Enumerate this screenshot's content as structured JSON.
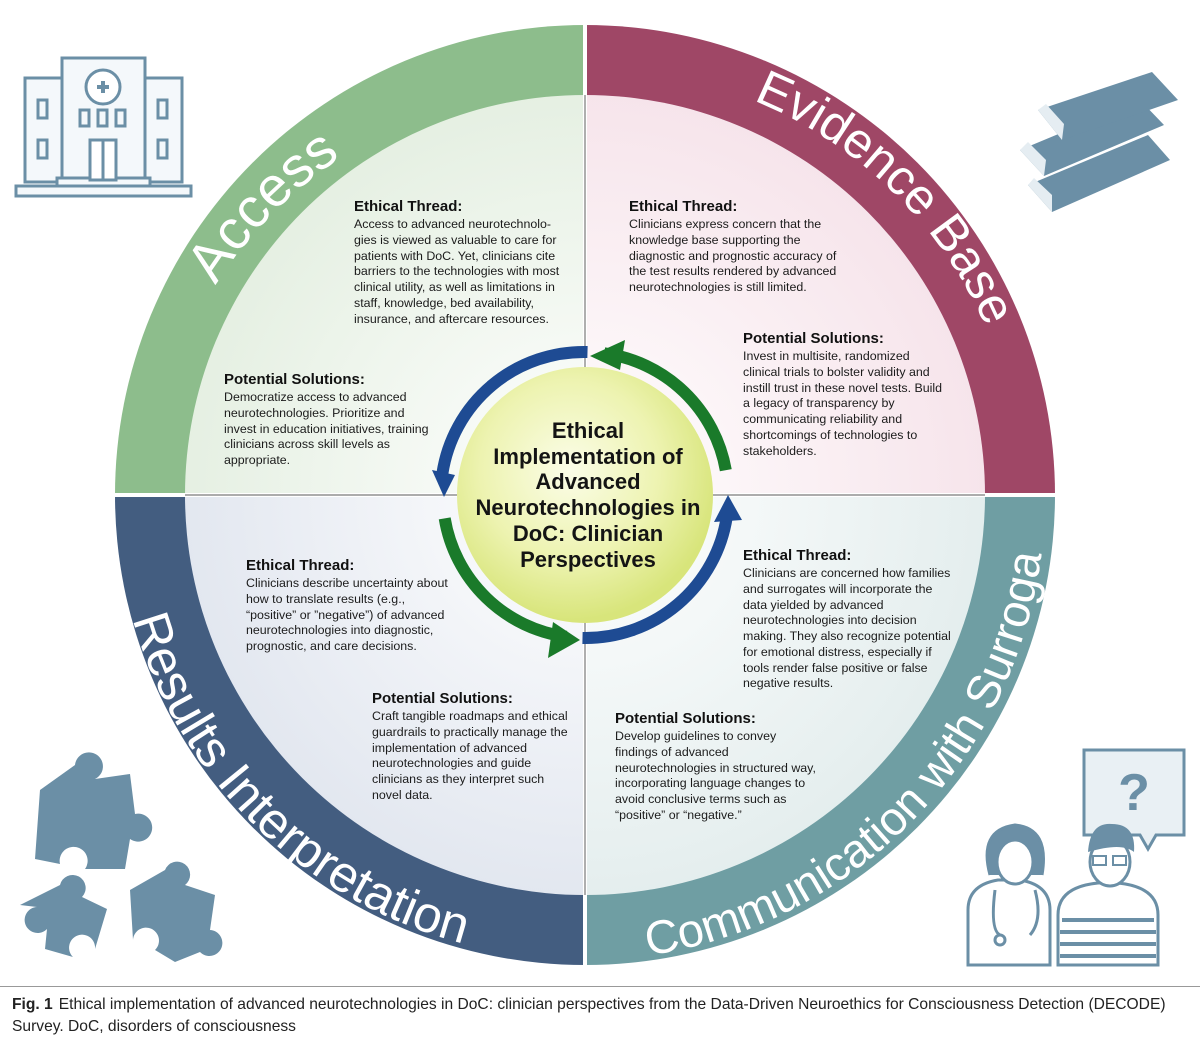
{
  "title": "Ethical Implementation of Advanced Neurotechnologies in DoC: Clinician Perspectives",
  "colors": {
    "access": "#8dbd8c",
    "evidence": "#9f4766",
    "communication": "#6f9ea3",
    "results": "#435d80",
    "arrow_green": "#1a7a2a",
    "arrow_blue": "#1e4b93",
    "center_fill": "#eaf1a3",
    "icons": "#6b8fa6"
  },
  "quadrants": {
    "access": {
      "label": "Access",
      "thread_heading": "Ethical Thread:",
      "thread_text": "Access to advanced neurotechnolo-gies is viewed as valuable to care for patients with DoC. Yet, clinicians cite barriers to the technologies with most clinical utility, as well as limitations in staff, knowledge, bed availability, insurance, and aftercare resources.",
      "solutions_heading": "Potential Solutions:",
      "solutions_text": "Democratize access to advanced neurotechnologies. Prioritize and invest in education initiatives, training clinicians across skill levels as appropriate."
    },
    "evidence": {
      "label": "Evidence Base",
      "thread_heading": "Ethical Thread:",
      "thread_text": "Clinicians express concern that the knowledge base supporting the diagnostic and prognostic accuracy of the test results rendered by advanced neurotechnologies is still limited.",
      "solutions_heading": "Potential Solutions:",
      "solutions_text": "Invest in multisite, randomized clinical trials to bolster validity and instill trust in these novel tests. Build a legacy of transparency by communicating reliability and shortcomings of technologies to stakeholders."
    },
    "communication": {
      "label": "Communication with Surrogates",
      "thread_heading": "Ethical Thread:",
      "thread_text": "Clinicians are concerned how families and surrogates will incorporate the data yielded by advanced neurotechnologies into decision making. They also recognize potential for emotional distress, especially if tools render false positive or false negative results.",
      "solutions_heading": "Potential Solutions:",
      "solutions_text": "Develop guidelines to convey findings of advanced neurotechnologies in structured way, incorporating language changes to avoid conclusive terms such as “positive” or “negative.”"
    },
    "results": {
      "label": "Results Interpretation",
      "thread_heading": "Ethical Thread:",
      "thread_text": "Clinicians describe uncertainty about how to translate results (e.g., “positive” or ”negative”) of advanced neurotechnologies into diagnostic, prognostic, and care decisions.",
      "solutions_heading": "Potential Solutions:",
      "solutions_text": "Craft tangible roadmaps and ethical guardrails to practically manage the implementation of advanced neurotechnologies and guide clinicians as they interpret such novel data."
    }
  },
  "icons": {
    "hospital": "hospital-icon",
    "books": "books-icon",
    "puzzle": "puzzle-pieces-icon",
    "people": "clinician-and-surrogate-icon",
    "question_mark": "?"
  },
  "caption": {
    "label": "Fig. 1",
    "text": "Ethical implementation of advanced neurotechnologies in DoC: clinician perspectives from the Data-Driven Neuroethics for Consciousness Detection (DECODE) Survey. DoC, disorders of consciousness"
  }
}
